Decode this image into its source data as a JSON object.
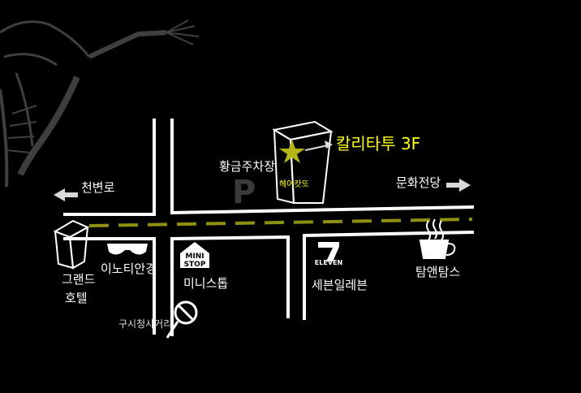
{
  "map": {
    "colors": {
      "background": "#000000",
      "road": "#ffffff",
      "center_line": "#8f8f12",
      "highlight": "#ffff1a",
      "parking": "#3a3a3a"
    },
    "labels": {
      "target": "칼리타투 3F",
      "building_sign": "헤어캇또",
      "parking": "황금주차장",
      "parking_symbol": "P",
      "west_road": "천변로",
      "east_road": "문화전당",
      "hotel_line1": "그랜드",
      "hotel_line2": "호텔",
      "optician": "이노티안경",
      "ministop": "미니스톱",
      "ministop_logo_line1": "MINI",
      "ministop_logo_line2": "STOP",
      "seven_eleven": "세븐일레븐",
      "seven_eleven_logo_digit": "7",
      "seven_eleven_logo_word": "ELEVEN",
      "cafe": "탐앤탐스",
      "crossing": "구시청사거리"
    },
    "icons": [
      "skeleton-decoration",
      "building-icon",
      "star-icon",
      "arrow-right-icon",
      "arrow-left-icon",
      "hotel-icon",
      "sunglasses-icon",
      "ministop-logo-icon",
      "seven-eleven-logo-icon",
      "coffee-cup-icon",
      "magnifier-icon"
    ]
  }
}
